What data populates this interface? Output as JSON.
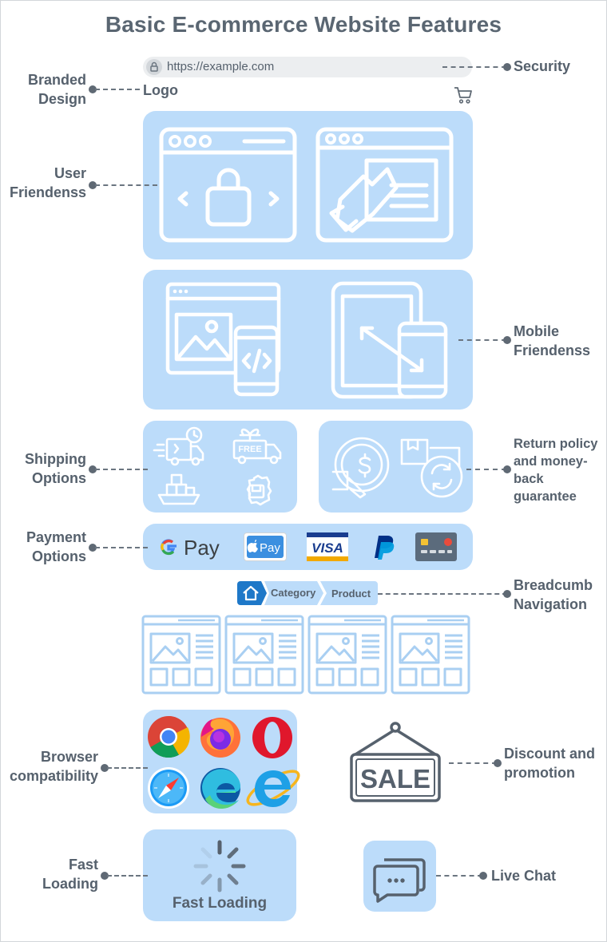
{
  "title": "Basic E-commerce Website Features",
  "url_bar": {
    "url": "https://example.com"
  },
  "logo_text": "Logo",
  "labels": {
    "security": "Security",
    "branded_design": [
      "Branded",
      "Design"
    ],
    "user_friendliness": [
      "User",
      "Friendenss"
    ],
    "mobile_friendliness": [
      "Mobile",
      "Friendenss"
    ],
    "shipping_options": [
      "Shipping",
      "Options"
    ],
    "return_policy": [
      "Return policy",
      "and money-",
      "back",
      "guarantee"
    ],
    "payment_options": [
      "Payment",
      "Options"
    ],
    "breadcrumb_navigation": [
      "Breadcumb",
      "Navigation"
    ],
    "browser_compatibility": [
      "Browser",
      "compatibility"
    ],
    "discount_promotion": [
      "Discount and",
      "promotion"
    ],
    "fast_loading": [
      "Fast",
      "Loading"
    ],
    "live_chat": "Live Chat"
  },
  "shipping_badge": "FREE",
  "payment_methods": [
    "G Pay",
    "Pay",
    "VISA",
    "PayPal",
    "Card"
  ],
  "payment_text": {
    "gpay": "Pay",
    "applepay": "Pay",
    "visa": "VISA"
  },
  "breadcrumb": {
    "items": [
      "Category",
      "Product"
    ]
  },
  "browsers": [
    "Chrome",
    "Firefox",
    "Opera",
    "Safari",
    "Edge",
    "Internet Explorer"
  ],
  "sale_sign": "SALE",
  "fast_loading_caption": "Fast Loading",
  "colors": {
    "panel": "#bcdcfa",
    "text": "#56616d",
    "white": "#ffffff",
    "breadcrumb_home": "#1e78c8"
  }
}
